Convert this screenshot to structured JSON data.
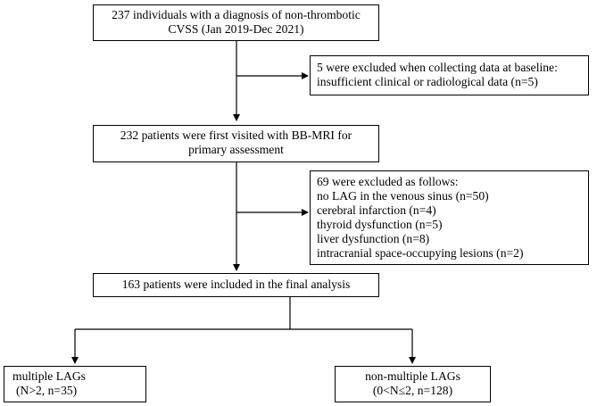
{
  "flowchart": {
    "box1": {
      "lines": [
        "237 individuals with a diagnosis of non-thrombotic",
        "CVSS (Jan 2019-Dec 2021)"
      ]
    },
    "excl1": {
      "lines": [
        "5 were excluded when collecting data at baseline:",
        "insufficient clinical or radiological data (n=5)"
      ]
    },
    "box2": {
      "lines": [
        "232 patients were first visited with BB-MRI for",
        "primary assessment"
      ]
    },
    "excl2": {
      "lines": [
        "69 were excluded as follows:",
        "no LAG in the venous sinus (n=50)",
        "cerebral infarction (n=4)",
        "thyroid dysfunction (n=5)",
        "liver dysfunction (n=8)",
        "intracranial space-occupying lesions (n=2)"
      ]
    },
    "box3": {
      "lines": [
        "163 patients were included in the final analysis"
      ]
    },
    "left": {
      "lines": [
        "multiple LAGs",
        "(N>2, n=35)"
      ]
    },
    "right": {
      "lines": [
        "non-multiple LAGs",
        "(0<N≤2, n=128)"
      ]
    }
  }
}
